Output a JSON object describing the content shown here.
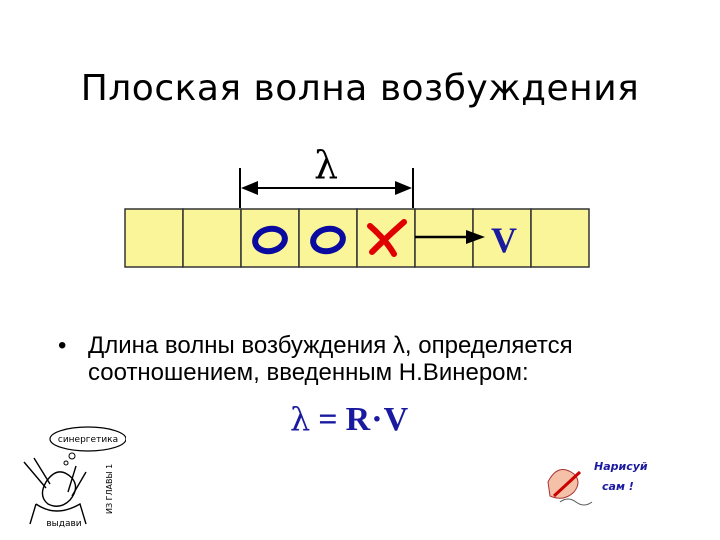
{
  "title": "Плоская волна возбуждения",
  "diagram": {
    "wavelength_symbol": "λ",
    "cells": [
      "",
      "",
      "o",
      "o",
      "x",
      "",
      "",
      ""
    ],
    "velocity_label": "V",
    "colors": {
      "cell_fill": "#fbf59a",
      "cell_border": "#333333",
      "rest_mark": "#0a0aa0",
      "excited_mark": "#e00000",
      "velocity_label": "#1a1aa0"
    }
  },
  "bullet": {
    "marker": "•",
    "text": "Длина волны возбуждения λ, определяется соотношением, введенным Н.Винером:"
  },
  "formula": {
    "lhs": "λ",
    "eq": "=",
    "r": "R",
    "dot": "·",
    "v": "V"
  },
  "cartoon_left": {
    "bubble": "синергетика",
    "side_text": "ИЗ ГЛАВЫ 1",
    "bottom_text": "выдави"
  },
  "cartoon_right": {
    "line1": "Нарисуй",
    "line2": "сам !"
  }
}
